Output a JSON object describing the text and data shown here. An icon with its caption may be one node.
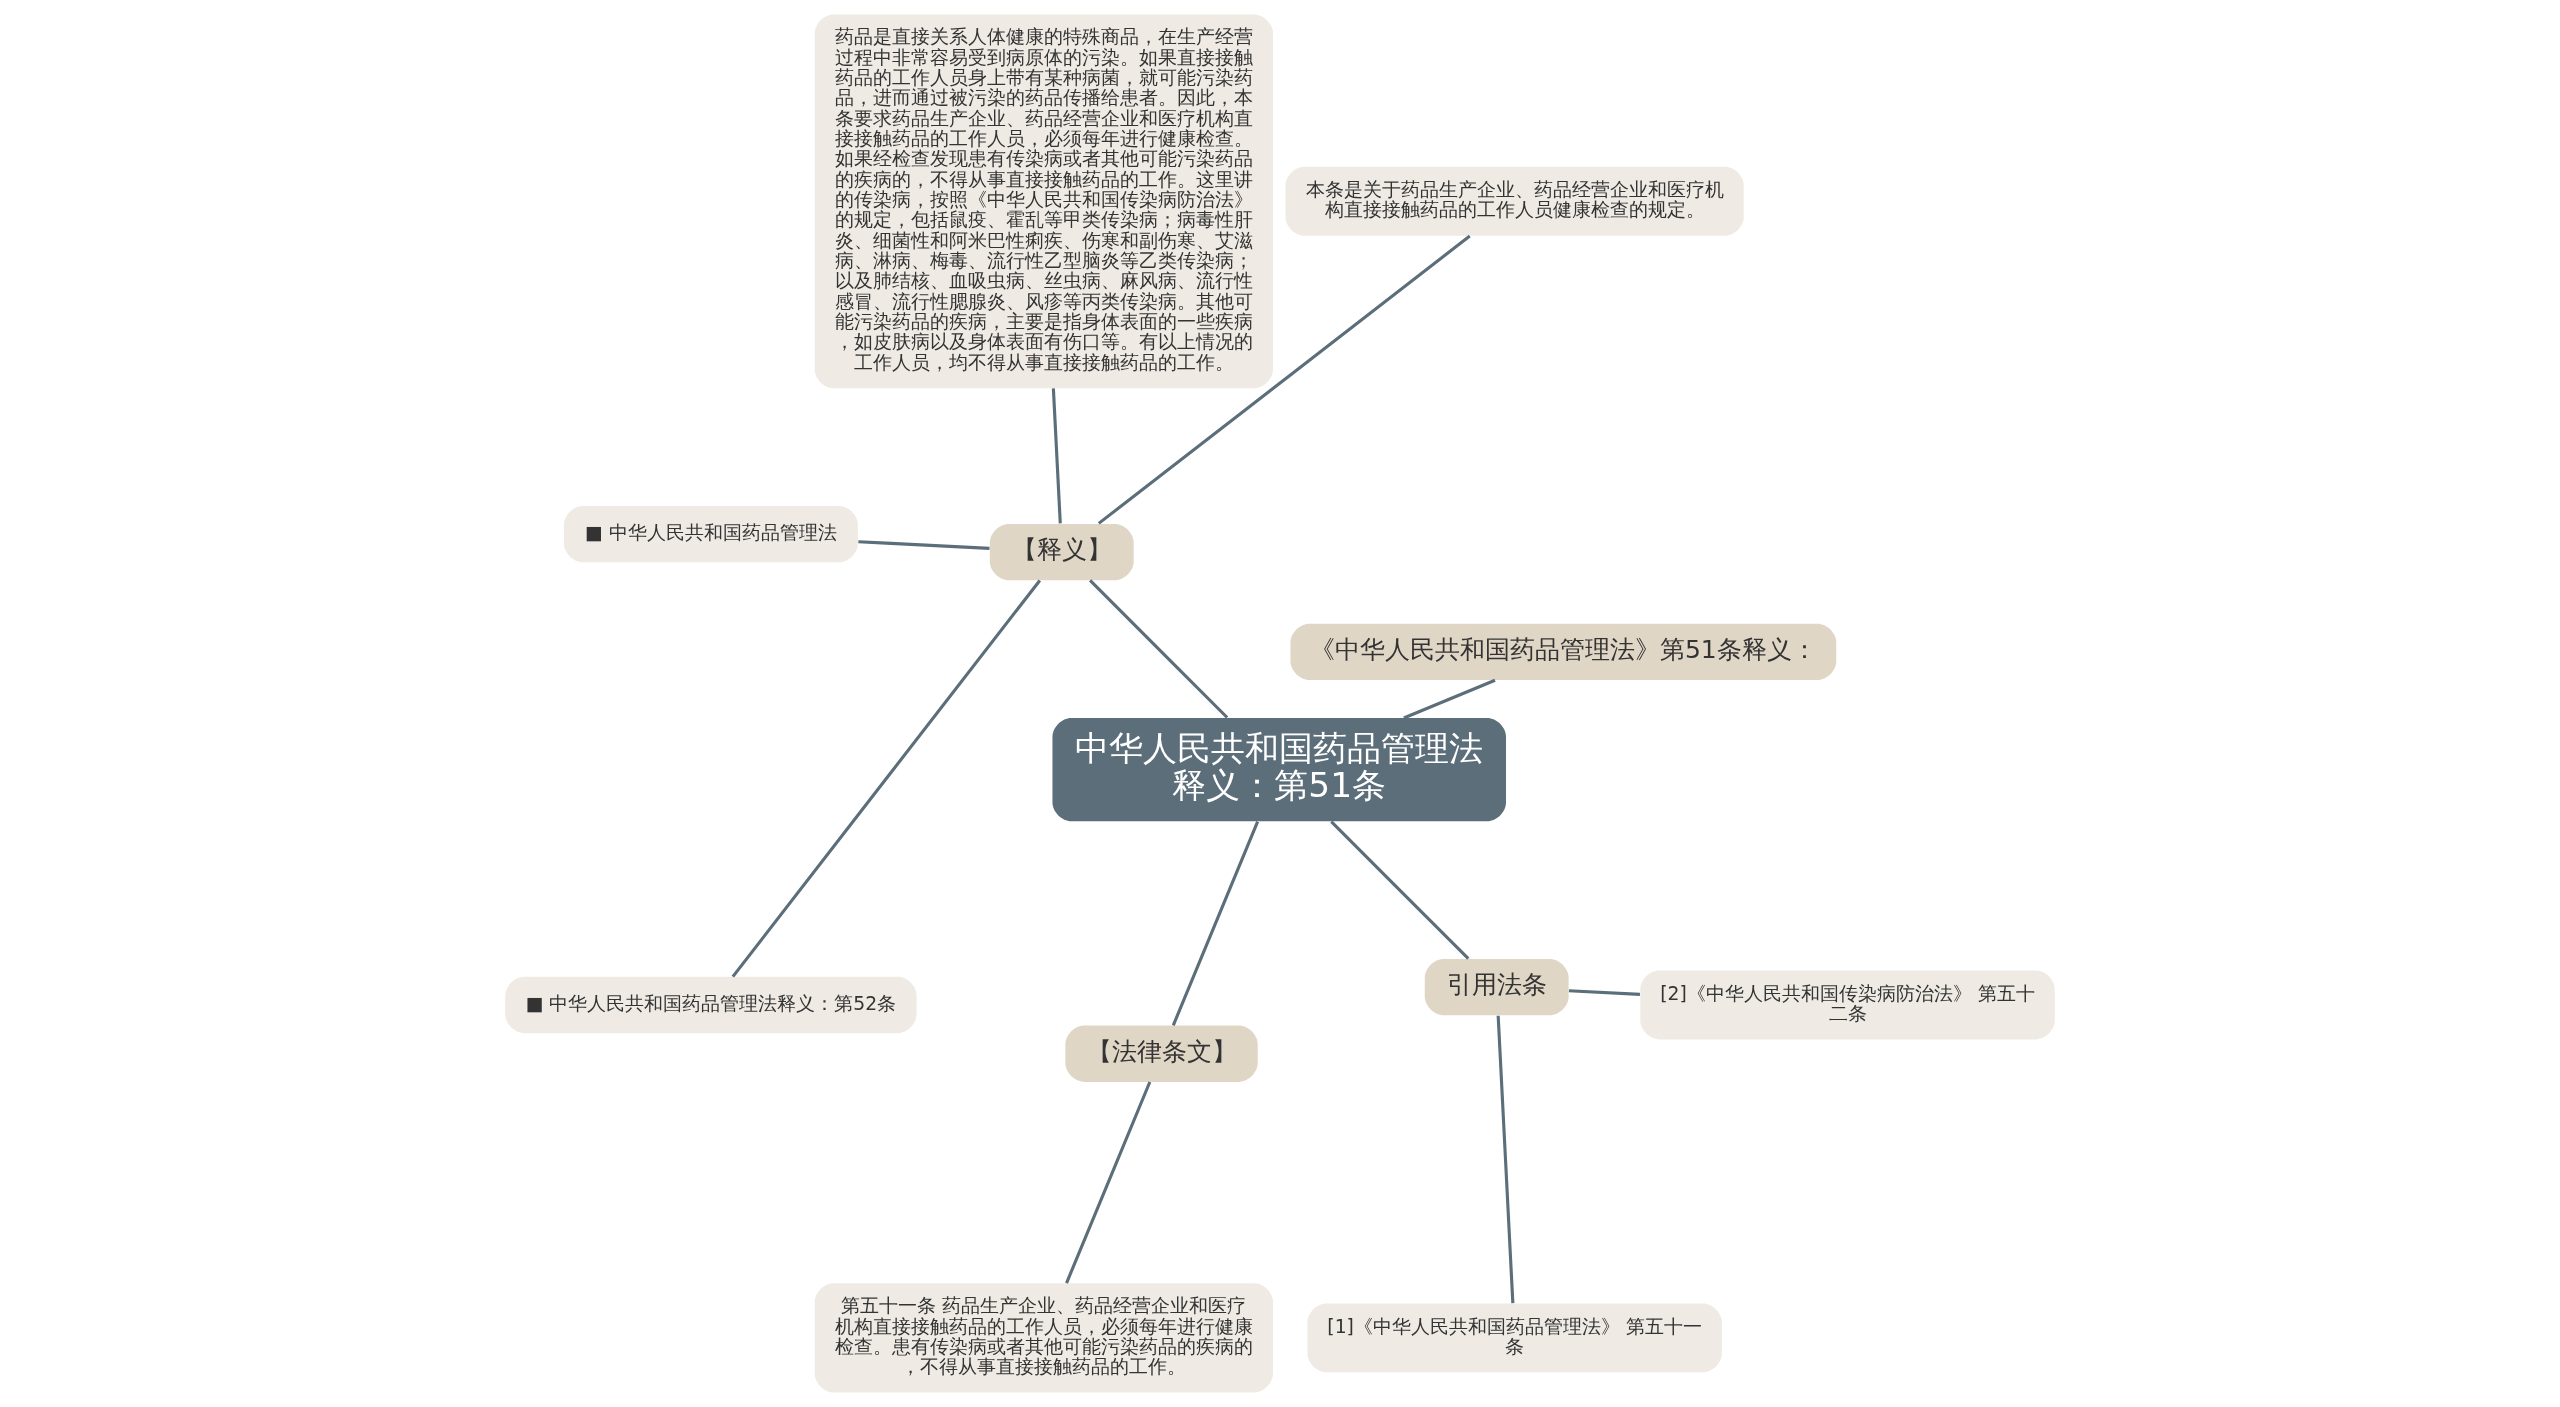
{
  "diagram": {
    "nodes": [
      {
        "text": [
          "中华人民共和国药品管理法释义：第51条"
        ]
      },
      {
        "text": [
          "《中华人民共和国药品管理法》第51条释义："
        ]
      },
      {
        "text": [
          "【释义】"
        ]
      },
      {
        "text": [
          "本条是关于药品生产企业、药品经营企业和医疗机构直接接触药品的工作人员健康检查的规定。"
        ]
      },
      {
        "text": [
          "药品是直接关系人体健康的特殊商品，在生产经营过程中非常容易受到病原体的污染。如果直接接触药品的工作人员身上带有某种病菌，就可能污染药品，进而通过被污染的药品传播给患者。因此，本条要求药品生产企业、药品经营企业和医疗机构直接接触药品的工作人员，必须每年进行健康检查。如果经检查发现患有传染病或者其他可能污染药品的疾病的，不得从事直接接触药品的工作。这里讲的传染病，按照《中华人民共和国传染病防治法》的规定，包括鼠疫、霍乱等甲类传染病；病毒性肝炎、细菌性和阿米巴性痢疾、伤寒和副伤寒、艾滋病、淋病、梅毒、流行性乙型脑炎等乙类传染病；以及肺结核、血吸虫病、丝虫病、麻风病、流行性感冒、流行性腮腺炎、风疹等丙类传染病。其他可能污染药品的疾病，主要是指身体表面的一些疾病，如皮肤病以及身体表面有伤口等。有以上情况的工作人员，均不得从事直接接触药品的工作。"
        ]
      },
      {
        "text": [
          "■ 中华人民共和国药品管理法"
        ]
      },
      {
        "text": [
          "■ 中华人民共和国药品管理法释义：第52条"
        ]
      },
      {
        "text": [
          "【法律条文】"
        ]
      },
      {
        "text": [
          "第五十一条 药品生产企业、药品经营企业和医疗机构直接接触药品的工作人员，必须每年进行健康检查。患有传染病或者其他可能污染药品的疾病的，不得从事直接接触药品的工作。"
        ]
      },
      {
        "text": [
          "引用法条"
        ]
      },
      {
        "text": [
          "[1]《中华人民共和国药品管理法》 第五十一条"
        ]
      },
      {
        "text": [
          "[2]《中华人民共和国传染病防治法》 第五十二条"
        ]
      }
    ],
    "edges": [
      {
        "from": 0,
        "to": 1,
        "arrow": "none"
      },
      {
        "from": 0,
        "to": 2,
        "arrow": "none"
      },
      {
        "from": 2,
        "to": 3,
        "arrow": "none"
      },
      {
        "from": 2,
        "to": 4,
        "arrow": "none"
      },
      {
        "from": 2,
        "to": 5,
        "arrow": "none"
      },
      {
        "from": 2,
        "to": 6,
        "arrow": "none"
      },
      {
        "from": 0,
        "to": 7,
        "arrow": "none"
      },
      {
        "from": 7,
        "to": 8,
        "arrow": "none"
      },
      {
        "from": 0,
        "to": 9,
        "arrow": "none"
      },
      {
        "from": 9,
        "to": 10,
        "arrow": "none"
      },
      {
        "from": 9,
        "to": 11,
        "arrow": "none"
      }
    ]
  }
}
